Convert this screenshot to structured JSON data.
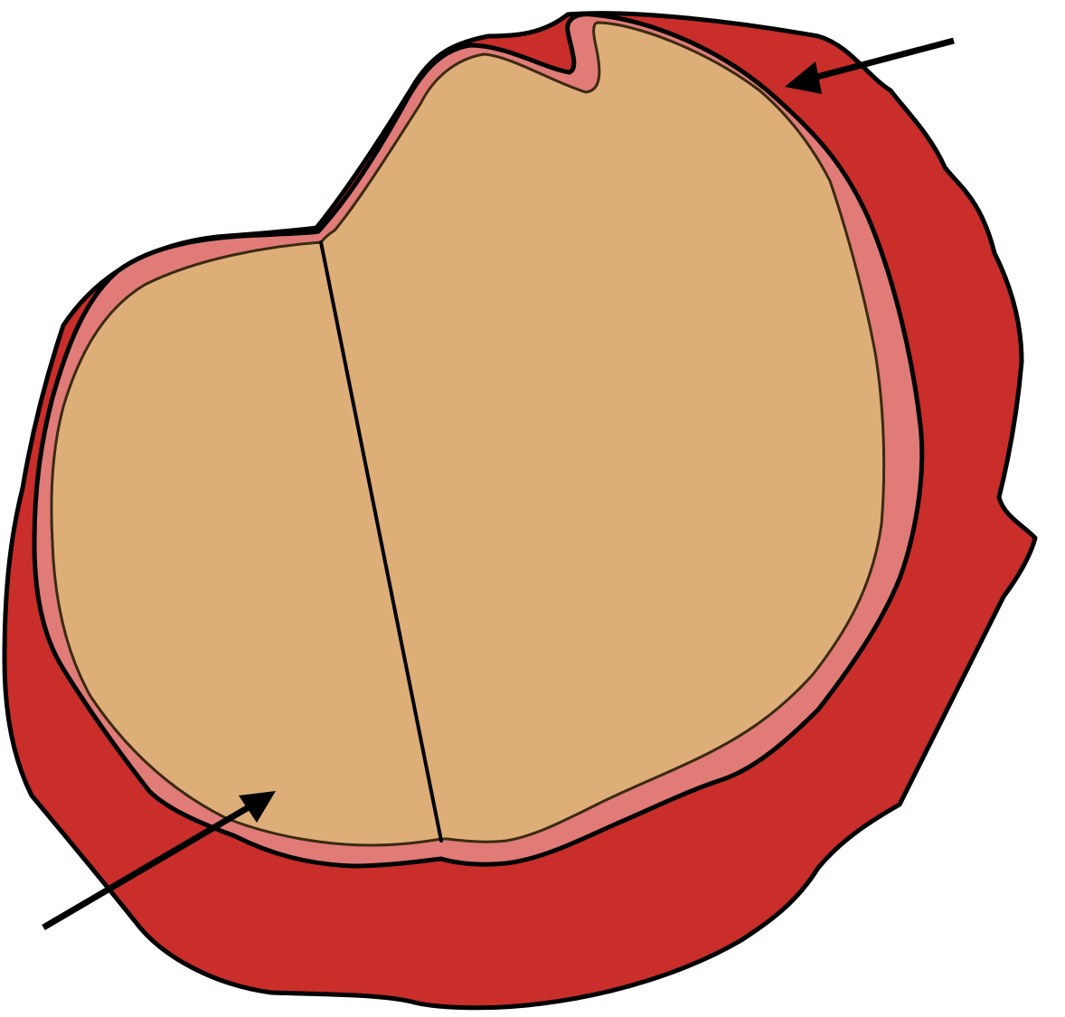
{
  "diagram": {
    "title": "",
    "colors": {
      "outer_tissue": "#c92e2a",
      "membrane_layer": "#e07b78",
      "inner_body": "#deae79",
      "outline": "#000000",
      "inner_outline": "#3a2a12"
    },
    "parts": [
      {
        "id": "outer-tissue",
        "label": ""
      },
      {
        "id": "membrane-layer",
        "label": ""
      },
      {
        "id": "inner-body-left",
        "label": ""
      },
      {
        "id": "inner-body-right",
        "label": ""
      },
      {
        "id": "dividing-seam",
        "label": ""
      }
    ],
    "arrows": [
      {
        "id": "arrow-top-right",
        "points_to": "membrane-layer",
        "label": ""
      },
      {
        "id": "arrow-bottom-left",
        "points_to": "inner-body-left",
        "label": ""
      }
    ]
  }
}
